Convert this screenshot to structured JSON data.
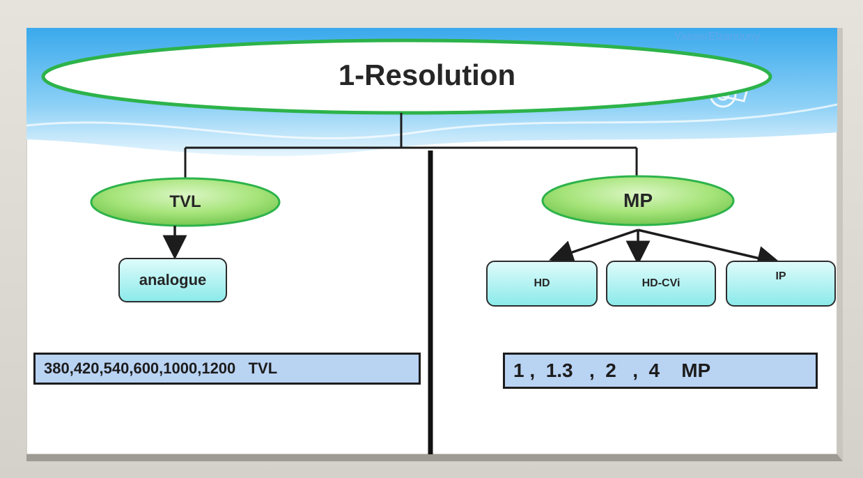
{
  "watermark": "YasserElzanouny",
  "title": "1-Resolution",
  "branches": {
    "left": {
      "label": "TVL",
      "children": [
        "analogue"
      ],
      "values": "380,420,540,600,1000,1200   TVL"
    },
    "right": {
      "label": "MP",
      "children": [
        "HD",
        "HD-CVi",
        "IP"
      ],
      "values": "1 ,  1.3   ,  2   ,  4    MP"
    }
  },
  "colors": {
    "header_band": "#4fb6f0",
    "oval_border": "#2db34a",
    "node_green": "#9be06a",
    "box_cyan": "#8ceaea",
    "range_fill": "#b9d3f3"
  }
}
